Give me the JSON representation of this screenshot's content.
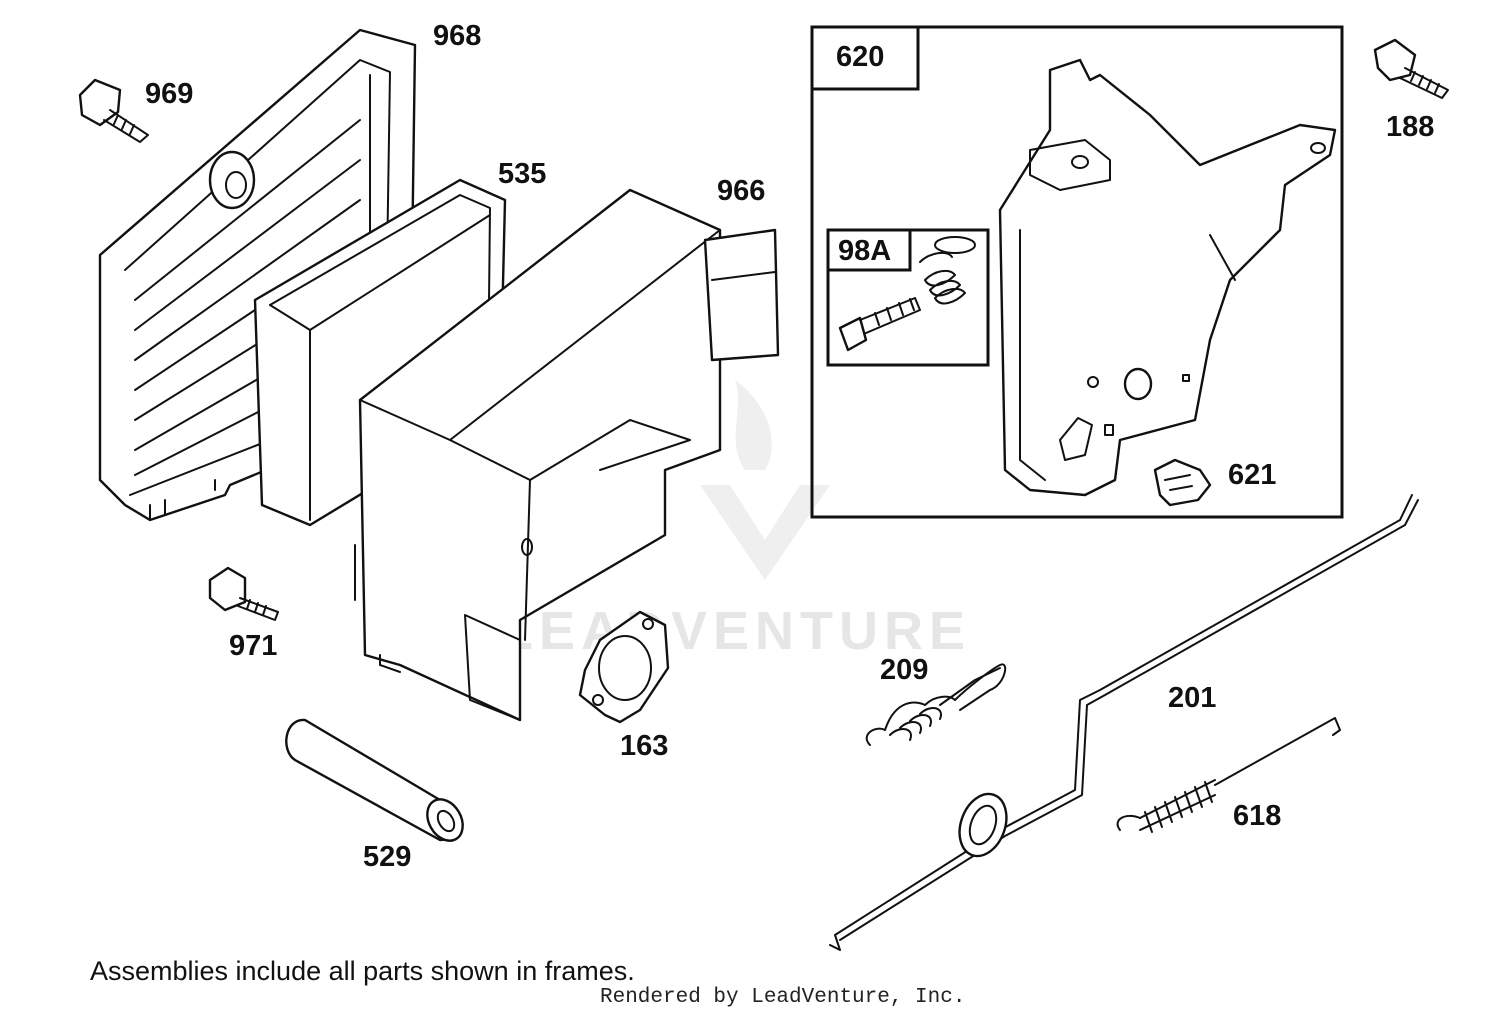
{
  "diagram": {
    "part_labels": {
      "p968": "968",
      "p969": "969",
      "p535": "535",
      "p966": "966",
      "p620": "620",
      "p98a": "98A",
      "p188": "188",
      "p621": "621",
      "p971": "971",
      "p163": "163",
      "p529": "529",
      "p209": "209",
      "p201": "201",
      "p618": "618"
    },
    "note": "Assemblies include all parts shown in frames.",
    "credit": "Rendered by LeadVenture, Inc.",
    "watermark": "LEADVENTURE"
  }
}
